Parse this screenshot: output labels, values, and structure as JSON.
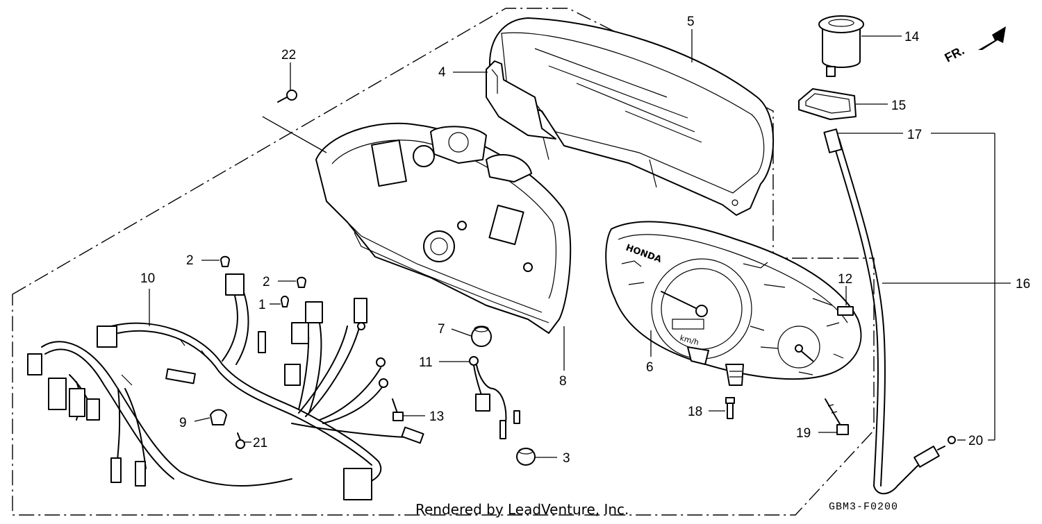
{
  "callouts": {
    "c1": "1",
    "c2a": "2",
    "c2b": "2",
    "c3": "3",
    "c4": "4",
    "c5": "5",
    "c6": "6",
    "c7": "7",
    "c8": "8",
    "c9": "9",
    "c10": "10",
    "c11": "11",
    "c12": "12",
    "c13": "13",
    "c14": "14",
    "c15": "15",
    "c16": "16",
    "c17": "17",
    "c18": "18",
    "c19": "19",
    "c20": "20",
    "c21": "21",
    "c22": "22"
  },
  "direction_marker": "FR.",
  "gauge_brand": "HONDA",
  "gauge_unit": "km/h",
  "footer": {
    "credit": "Rendered by LeadVenture, Inc.",
    "diagram_code": "GBM3-F0200"
  }
}
